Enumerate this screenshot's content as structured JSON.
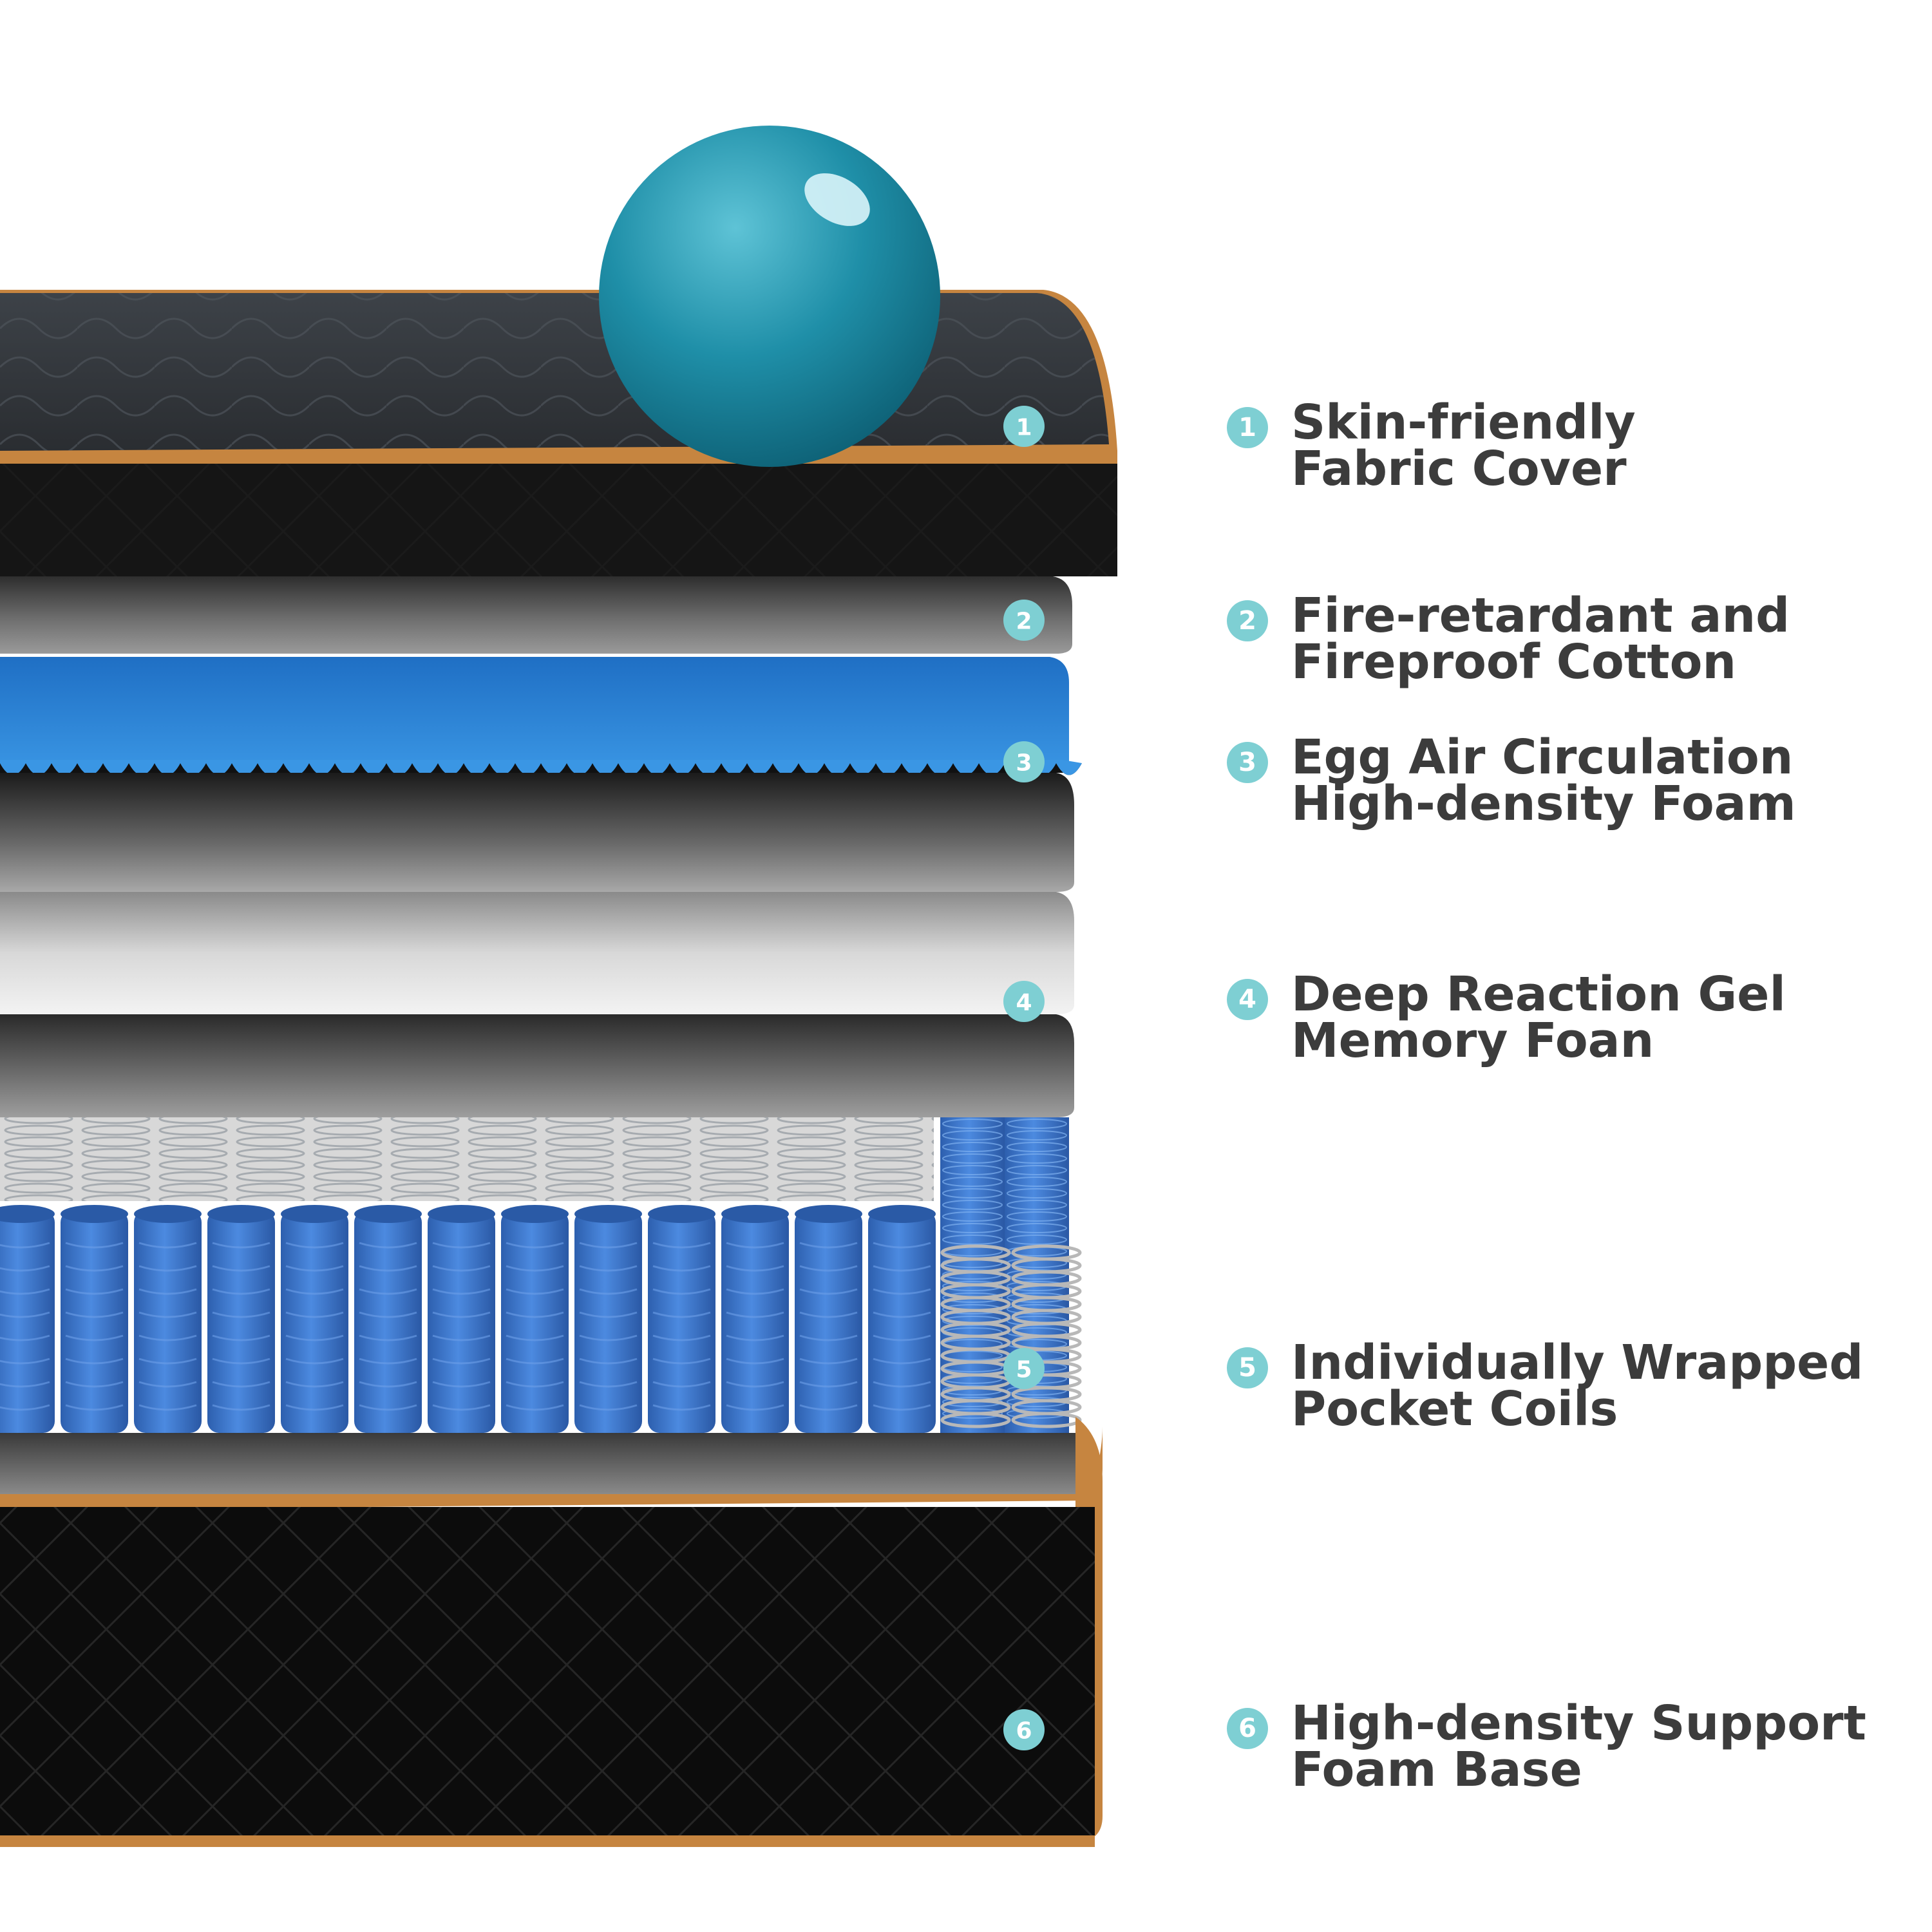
{
  "colors": {
    "badge": "#7ecfd3",
    "label_text": "#3c3c3c",
    "trim": "#c68540",
    "cover_dark": "#1a1a1a",
    "wave_foam": "#2f88d8",
    "coil_blue": "#3f7cd0",
    "ball": "#1f8fa8"
  },
  "layers": [
    {
      "number": "1",
      "line1": "Skin-friendly",
      "line2": "Fabric Cover"
    },
    {
      "number": "2",
      "line1": "Fire-retardant and",
      "line2": "Fireproof Cotton"
    },
    {
      "number": "3",
      "line1": "Egg Air Circulation",
      "line2": "High-density Foam"
    },
    {
      "number": "4",
      "line1": "Deep Reaction Gel",
      "line2": "Memory Foan"
    },
    {
      "number": "5",
      "line1": "Individually Wrapped",
      "line2": "Pocket Coils"
    },
    {
      "number": "6",
      "line1": "High-density Support",
      "line2": "Foam Base"
    }
  ]
}
